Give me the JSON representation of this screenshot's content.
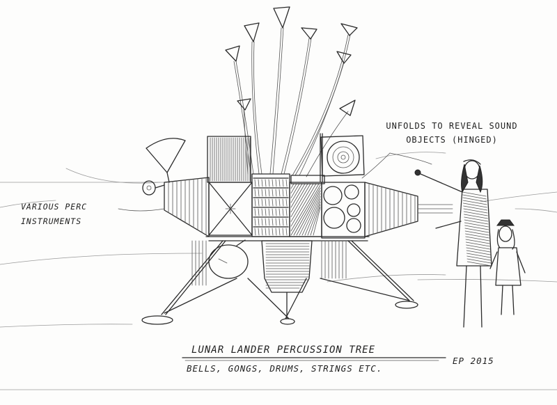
{
  "labels": {
    "left_note": "VARIOUS PERC INSTRUMENTS",
    "right_note": "UNFOLDS TO REVEAL SOUND OBJECTS (HINGED)",
    "title": "LUNAR LANDER PERCUSSION TREE",
    "subtitle": "BELLS, GONGS, DRUMS, STRINGS ETC.",
    "signature": "EP 2015"
  }
}
